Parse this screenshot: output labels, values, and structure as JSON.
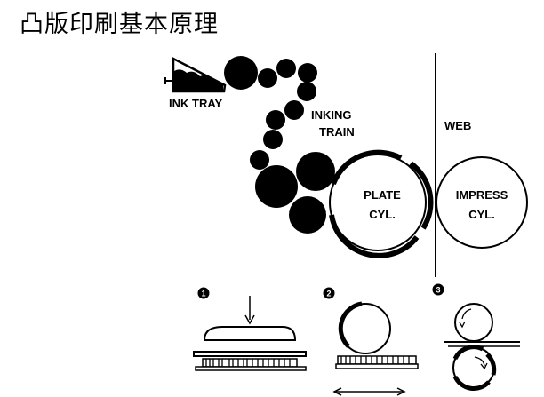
{
  "title": "凸版印刷基本原理",
  "labels": {
    "ink_tray": "INK TRAY",
    "inking_train_1": "INKING",
    "inking_train_2": "TRAIN",
    "web": "WEB",
    "plate_1": "PLATE",
    "plate_2": "CYL.",
    "impress_1": "IMPRESS",
    "impress_2": "CYL."
  },
  "steps": [
    "1",
    "2",
    "3"
  ]
}
